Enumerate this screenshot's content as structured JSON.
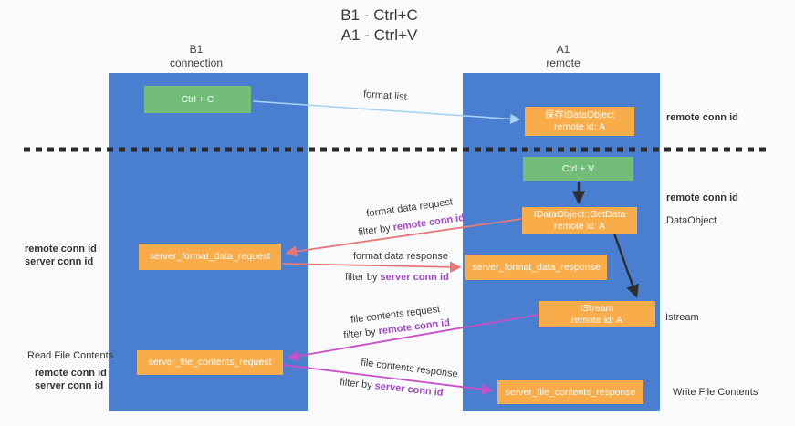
{
  "title": {
    "line1": "B1 - Ctrl+C",
    "line2": "A1 - Ctrl+V"
  },
  "lanes": {
    "left": {
      "name": "B1",
      "subtitle": "connection"
    },
    "right": {
      "name": "A1",
      "subtitle": "remote"
    }
  },
  "nodes": {
    "ctrl_c": {
      "label": "Ctrl + C"
    },
    "ctrl_v": {
      "label": "Ctrl + V"
    },
    "save_dataobject": {
      "line1": "保存IDataObject",
      "line2": "remote id: A"
    },
    "getdata": {
      "line1": "IDataObject::GetData",
      "line2": "remote id: A"
    },
    "istream": {
      "line1": "IStream",
      "line2": "remote id: A"
    },
    "format_request": {
      "label": "server_format_data_request"
    },
    "format_response": {
      "label": "server_format_data_response"
    },
    "file_request": {
      "label": "server_file_contents_request"
    },
    "file_response": {
      "label": "server_file_contents_response"
    }
  },
  "edge_labels": {
    "format_list": "format list",
    "format_data_request": "format data request",
    "format_data_response": "format data response",
    "file_contents_request": "file contents request",
    "file_contents_response": "file contents response",
    "filter_by": "filter by",
    "remote_conn_id": "remote conn id",
    "server_conn_id": "server conn id"
  },
  "side_labels": {
    "remote_conn_id": "remote conn id",
    "server_conn_id": "server conn id",
    "dataobject": "DataObject",
    "istream": "Istream",
    "read_file_contents": "Read File Contents",
    "write_file_contents": "Write File Contents"
  },
  "colors": {
    "lane_blue": "#4a7ed0",
    "node_orange": "#f8ac4a",
    "node_green": "#72be78",
    "arrow_light_blue": "#a5d4f1",
    "arrow_black": "#2f2f2f",
    "arrow_salmon": "#e87878",
    "arrow_magenta": "#cb4fc6",
    "label_purple": "#a24ac6",
    "label_green": "#67bb6c"
  }
}
